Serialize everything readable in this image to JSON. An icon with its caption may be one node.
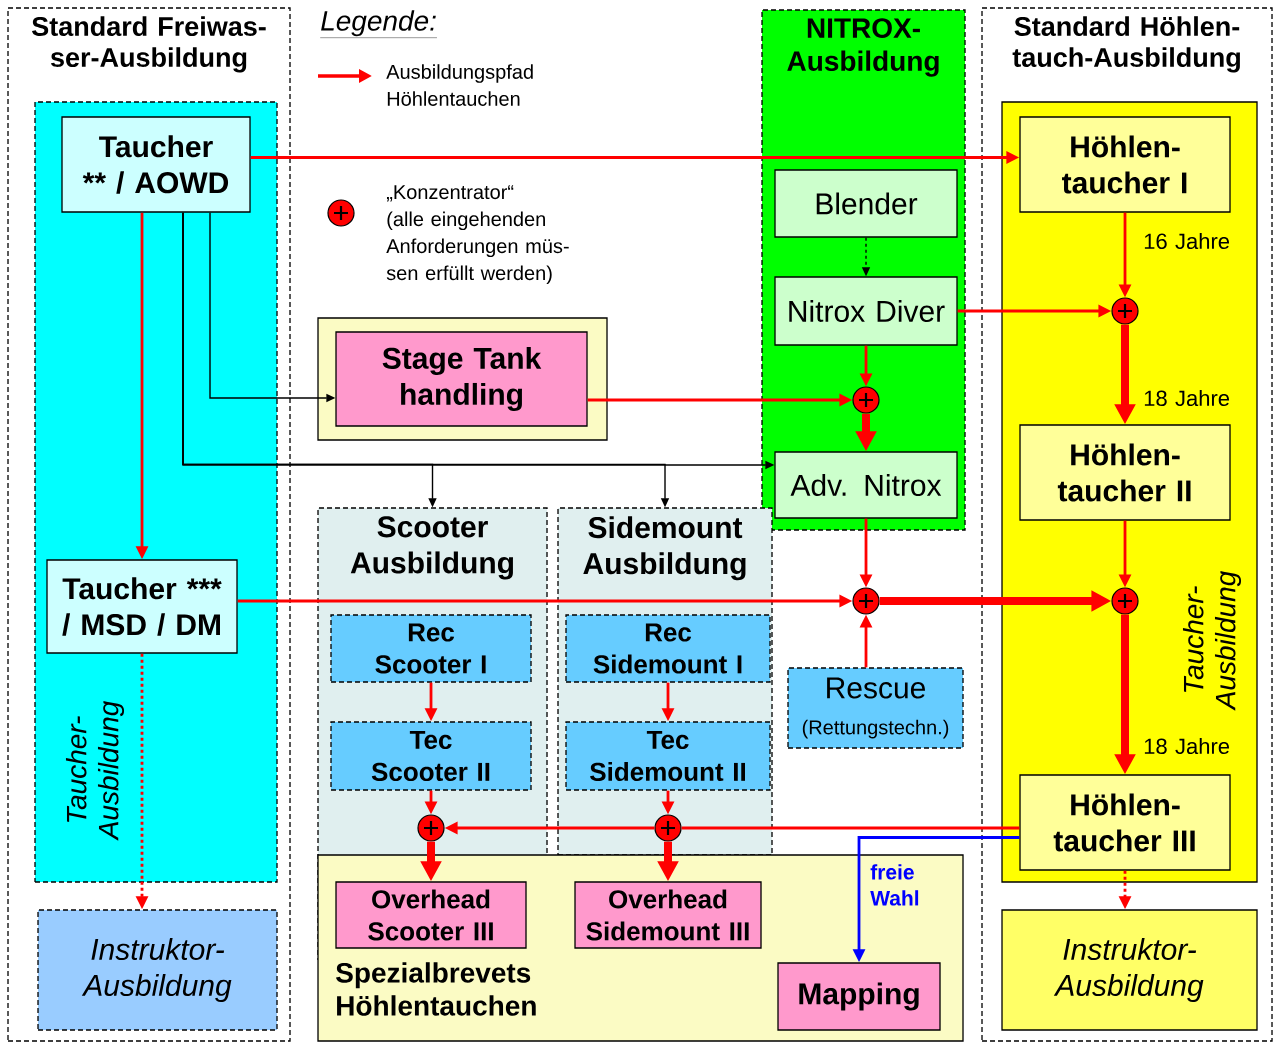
{
  "diagram": {
    "nodes": [
      {
        "text": [
          "Standard Freiwas-ser-Ausbildung"
        ]
      },
      {
        "text": [
          "Taucher-Ausbildung"
        ],
        "in": 0
      },
      {
        "text": [
          "Taucher ** / AOWD"
        ],
        "in": 1
      },
      {
        "text": [
          "Taucher *** / MSD / DM"
        ],
        "in": 1
      },
      {
        "text": [
          "Instruktor-Ausbildung"
        ],
        "in": 0
      },
      {
        "text": [
          "Stage Tank handling"
        ]
      },
      {
        "text": [
          "NITROX-Ausbildung"
        ]
      },
      {
        "text": [
          "Blender"
        ],
        "in": 6
      },
      {
        "text": [
          "Nitrox Diver"
        ],
        "in": 6
      },
      {
        "text": [
          "Adv. Nitrox"
        ],
        "in": 6
      },
      {
        "text": [
          "Standard Höhlen-tauch-Ausbildung"
        ]
      },
      {
        "text": [
          "Taucher-Ausbildung"
        ],
        "in": 10
      },
      {
        "text": [
          "Höhlen-taucher I"
        ],
        "in": 11
      },
      {
        "text": [
          "Höhlen-taucher II"
        ],
        "in": 11
      },
      {
        "text": [
          "Höhlen-taucher III"
        ],
        "in": 11
      },
      {
        "text": [
          "Instruktor-Ausbildung"
        ],
        "in": 10
      },
      {
        "text": [
          "Scooter Ausbildung"
        ]
      },
      {
        "text": [
          "Rec Scooter I"
        ],
        "in": 16
      },
      {
        "text": [
          "Tec Scooter II"
        ],
        "in": 16
      },
      {
        "text": [
          "Sidemount Ausbildung"
        ]
      },
      {
        "text": [
          "Rec Sidemount I"
        ],
        "in": 19
      },
      {
        "text": [
          "Tec Sidemount II"
        ],
        "in": 19
      },
      {
        "text": [
          "Spezialbrevets Höhlentauchen"
        ]
      },
      {
        "text": [
          "Overhead Scooter III"
        ]
      },
      {
        "text": [
          "Overhead Sidemount III"
        ],
        "in": 22
      },
      {
        "text": [
          "Mapping"
        ],
        "in": 22
      },
      {
        "text": [
          "Rescue",
          "(Rettungstechn.)"
        ]
      },
      {
        "text": [],
        "shape": "circle",
        "in": 11
      },
      {
        "text": [],
        "shape": "circle",
        "in": 6
      },
      {
        "text": [],
        "shape": "circle"
      },
      {
        "text": [],
        "shape": "circle",
        "in": 11
      },
      {
        "text": [],
        "shape": "circle",
        "in": 16
      },
      {
        "text": [],
        "shape": "circle",
        "in": 19
      }
    ],
    "edges": [
      {
        "from": 2,
        "to": 12,
        "arrow": "to"
      },
      {
        "from": 2,
        "to": 3,
        "arrow": "to"
      },
      {
        "from": 2,
        "to": 5,
        "arrow": "to",
        "color": "#000000"
      },
      {
        "from": 2,
        "to": 9,
        "arrow": "to",
        "color": "#000000"
      },
      {
        "from": 2,
        "to": 16,
        "arrow": "to",
        "color": "#000000"
      },
      {
        "from": 2,
        "to": 19,
        "arrow": "to",
        "color": "#000000"
      },
      {
        "from": 7,
        "to": 8,
        "arrow": "to",
        "style": "dashed",
        "color": "#000000"
      },
      {
        "from": 8,
        "to": 27,
        "arrow": "to"
      },
      {
        "from": 12,
        "to": 27,
        "arrow": "to",
        "label": "16 Jahre"
      },
      {
        "from": 27,
        "to": 13,
        "arrow": "to",
        "label": "18 Jahre",
        "style": "thick"
      },
      {
        "from": 8,
        "to": 28,
        "arrow": "to"
      },
      {
        "from": 5,
        "to": 28,
        "arrow": "to"
      },
      {
        "from": 28,
        "to": 9,
        "arrow": "to",
        "style": "thick"
      },
      {
        "from": 9,
        "to": 29,
        "arrow": "to"
      },
      {
        "from": 3,
        "to": 29,
        "arrow": "to"
      },
      {
        "from": 26,
        "to": 29,
        "arrow": "to"
      },
      {
        "from": 29,
        "to": 30,
        "arrow": "to",
        "style": "thick"
      },
      {
        "from": 13,
        "to": 30,
        "arrow": "to"
      },
      {
        "from": 30,
        "to": 14,
        "arrow": "to",
        "label": "18 Jahre",
        "style": "thick"
      },
      {
        "from": 14,
        "to": 32,
        "arrow": "none"
      },
      {
        "from": 32,
        "to": 31,
        "arrow": "to"
      },
      {
        "from": 17,
        "to": 18,
        "arrow": "to"
      },
      {
        "from": 18,
        "to": 31,
        "arrow": "to"
      },
      {
        "from": 31,
        "to": 23,
        "arrow": "to",
        "style": "thick"
      },
      {
        "from": 20,
        "to": 21,
        "arrow": "to"
      },
      {
        "from": 21,
        "to": 32,
        "arrow": "to"
      },
      {
        "from": 32,
        "to": 24,
        "arrow": "to",
        "style": "thick"
      },
      {
        "from": 14,
        "to": 25,
        "arrow": "to",
        "label": "freie Wahl",
        "color": "#0000ff"
      },
      {
        "from": 3,
        "to": 4,
        "arrow": "to",
        "style": "dashed"
      },
      {
        "from": 14,
        "to": 15,
        "arrow": "to",
        "style": "dashed"
      }
    ],
    "labels": [
      "Legende:"
    ],
    "legend": [
      {
        "text": "Ausbildungspfad Höhlentauchen"
      },
      {
        "text": "„Konzentrator“ (alle eingehenden Anforderungen müs-sen erfüllt werden)"
      }
    ]
  }
}
